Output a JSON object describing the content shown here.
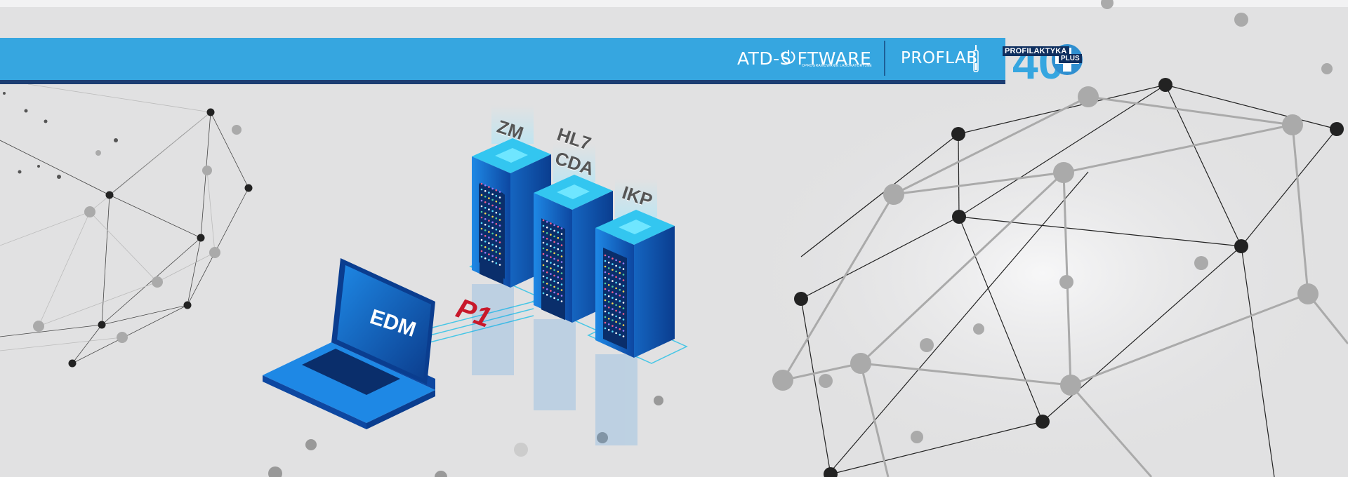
{
  "header": {
    "atd_logo": "ATD-S  FTWARE",
    "atd_tagline": "OPROGRAMOWANIE LABORATORYJNE",
    "proflab_logo": "PROFLAB",
    "badge_number": "40",
    "badge_title": "PROFILAKTYKA",
    "badge_plus": "PLUS"
  },
  "illustration": {
    "laptop_label": "EDM",
    "connector_label": "P1",
    "servers": [
      {
        "label": "ZM"
      },
      {
        "label_line1": "HL7",
        "label_line2": "CDA"
      },
      {
        "label": "IKP"
      }
    ]
  },
  "colors": {
    "banner": "#36a6e0",
    "banner_under": "#1c3e73",
    "accent_red": "#c8182a",
    "server_blue": "#1565c0",
    "network_dark": "#222222",
    "network_grey": "#aaaaaa"
  }
}
